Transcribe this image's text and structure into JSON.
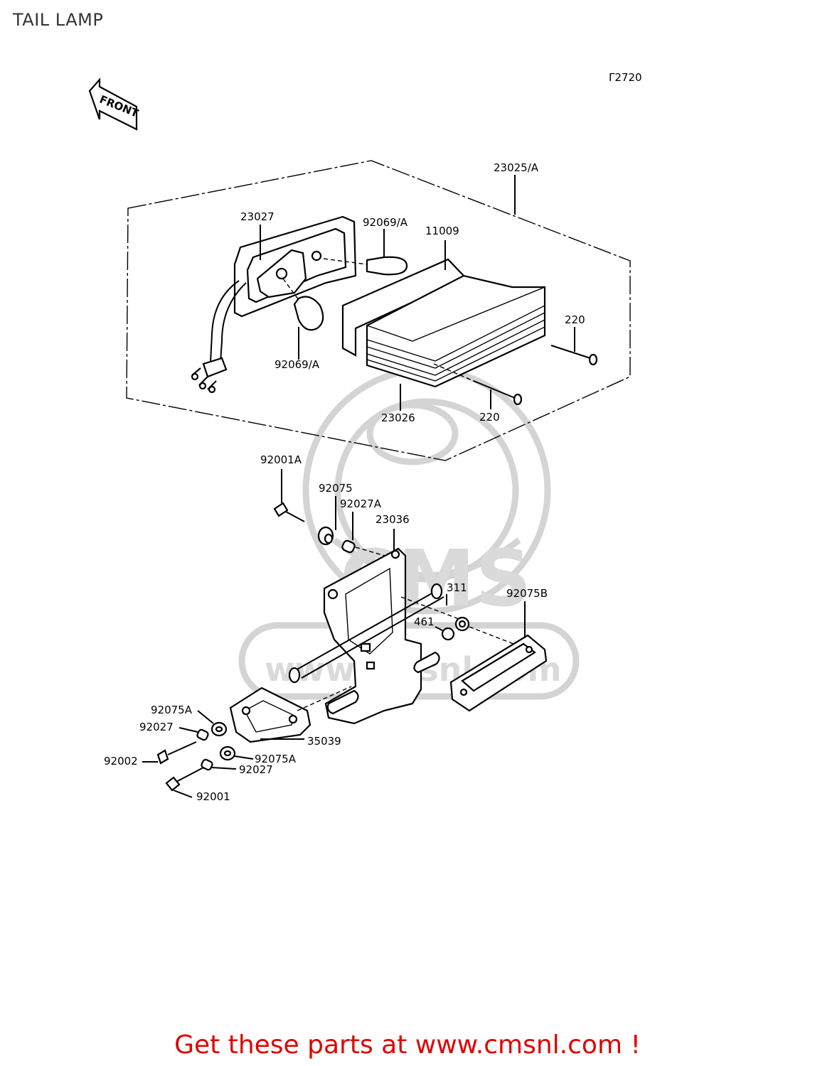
{
  "title": "TAIL LAMP",
  "diagram_code": "Γ2720",
  "front_label": "FRONT",
  "watermark": "CMS",
  "watermark_url": "www.cmsnl.com",
  "footer": "Get these parts at www.cmsnl.com !",
  "colors": {
    "footer": "#e00000",
    "line": "#000000",
    "watermark": "#d0d0d0"
  },
  "part_labels": {
    "p23025A": "23025/A",
    "p23027": "23027",
    "p92069A_top": "92069/A",
    "p11009": "11009",
    "p220_right": "220",
    "p92069A_bottom": "92069/A",
    "p23026": "23026",
    "p220_bottom": "220",
    "p92001A": "92001A",
    "p92075": "92075",
    "p92027A": "92027A",
    "p23036": "23036",
    "p311": "311",
    "p92075B": "92075B",
    "p461": "461",
    "p92075A_top": "92075A",
    "p92027_top": "92027",
    "p35039": "35039",
    "p92002": "92002",
    "p92075A_bottom": "92075A",
    "p92027_bottom": "92027",
    "p92001": "92001"
  }
}
